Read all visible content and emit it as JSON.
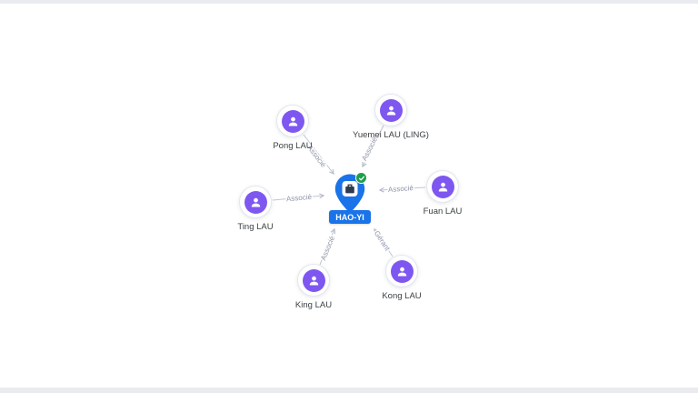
{
  "page": {
    "bg_color": "#ffffff",
    "strip_color": "#e9ebef"
  },
  "center": {
    "label": "HAO-YI",
    "type": "company",
    "pin_color": "#1a73e8",
    "label_bg_color": "#1a73e8",
    "badge_color": "#1e9e4a",
    "badge_icon": "check-icon",
    "pin_icon": "briefcase-icon"
  },
  "people": [
    {
      "label": "Pong LAU"
    },
    {
      "label": "Yuemei LAU (LING)"
    },
    {
      "label": "Fuan LAU"
    },
    {
      "label": "Ting LAU"
    },
    {
      "label": "King LAU"
    },
    {
      "label": "Kong LAU"
    }
  ],
  "edges": [
    {
      "label": "Associé",
      "from": "Pong LAU",
      "to": "HAO-YI"
    },
    {
      "label": "Associé",
      "from": "Yuemei LAU (LING)",
      "to": "HAO-YI"
    },
    {
      "label": "Associé",
      "from": "Fuan LAU",
      "to": "HAO-YI"
    },
    {
      "label": "Associé",
      "from": "Ting LAU",
      "to": "HAO-YI"
    },
    {
      "label": "Associé",
      "from": "King LAU",
      "to": "HAO-YI"
    },
    {
      "label": "Gérant",
      "from": "Kong LAU",
      "to": "HAO-YI"
    }
  ],
  "colors": {
    "person_accent": "#7e57f0",
    "edge_line": "#c0c5d2",
    "edge_label": "#8f93a8",
    "node_label": "#3c4043"
  }
}
